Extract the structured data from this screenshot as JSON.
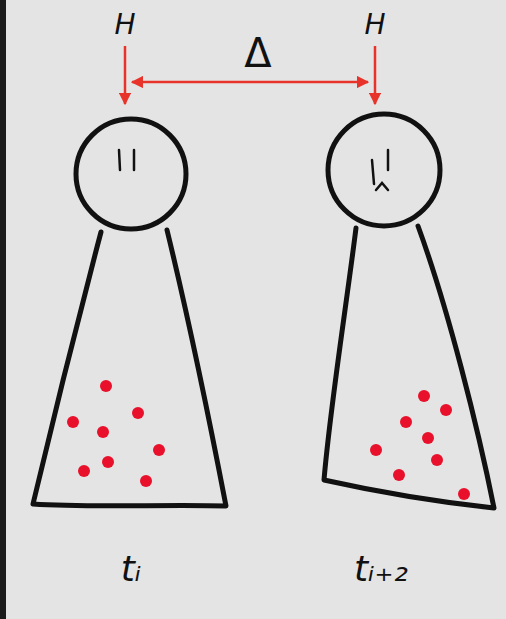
{
  "diagram": {
    "nodes": [
      {
        "text": [
          "tᵢ"
        ]
      },
      {
        "text": [
          "tᵢ₊₂"
        ]
      }
    ],
    "labels": [
      "H",
      "H",
      "Δ"
    ]
  }
}
